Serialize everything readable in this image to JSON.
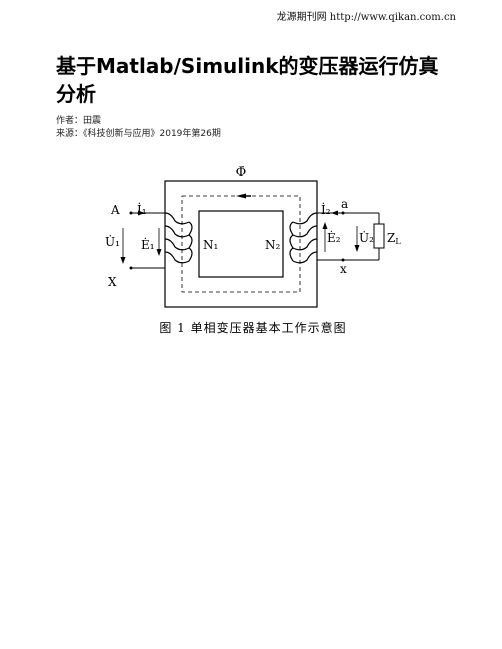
{
  "header": {
    "source_line": "龙源期刊网 http://www.qikan.com.cn"
  },
  "article": {
    "title": "基于Matlab/Simulink的变压器运行仿真分析",
    "author_line": "作者：田震",
    "source_info": "来源：《科技创新与应用》2019年第26期"
  },
  "figure": {
    "flux_label": "Φ̇",
    "terminal_A": "A",
    "terminal_X": "X",
    "terminal_a": "a",
    "terminal_x": "x",
    "current_primary": "İ₁",
    "current_secondary": "İ₂",
    "voltage_primary": "U̇₁",
    "emf_primary": "Ė₁",
    "emf_secondary": "Ė₂",
    "voltage_secondary": "U̇₂",
    "winding_primary": "N₁",
    "winding_secondary": "N₂",
    "load_label": "Z",
    "load_subscript": "L",
    "caption": "图 1  单相变压器基本工作示意图"
  }
}
